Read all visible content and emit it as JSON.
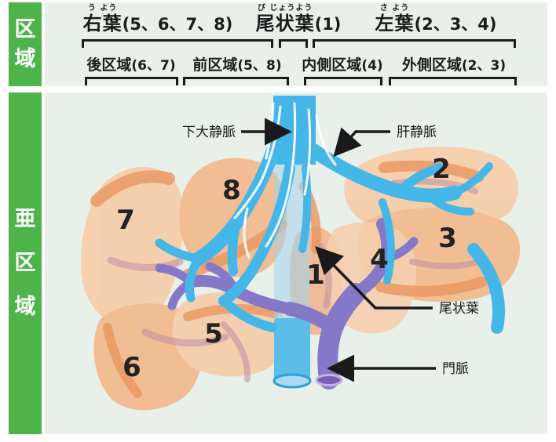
{
  "colors": {
    "accent_green": "#4db34a",
    "panel_bg": "#e9f0e9",
    "vein_blue": "#45b6e8",
    "pale_ivc_blue": "#a3d2ec",
    "portal_purple": "#8678c8",
    "liver_peach_light": "#f6cda9",
    "liver_peach_mid": "#f2b98c",
    "liver_orange_accent": "#ea9660"
  },
  "sidebar": {
    "top_label": "区域",
    "bottom_label": "亜区域"
  },
  "header": {
    "lobes": [
      {
        "furigana": "う よう",
        "kanji": "右葉",
        "nums": "(5、6、7、8)"
      },
      {
        "furigana": "び じょうよう",
        "kanji": "尾状葉",
        "nums": "(1)"
      },
      {
        "furigana": "さ よう",
        "kanji": "左葉",
        "nums": "(2、3、4)"
      }
    ],
    "sections": [
      {
        "kanji": "後区域",
        "nums": "(6、7)"
      },
      {
        "kanji": "前区域",
        "nums": "(5、8)"
      },
      {
        "kanji": "内側区域",
        "nums": "(4)"
      },
      {
        "kanji": "外側区域",
        "nums": "(2、3)"
      }
    ]
  },
  "diagram": {
    "labels": {
      "ivc": "下大静脈",
      "hepatic_vein": "肝静脈",
      "caudate": "尾状葉",
      "portal_vein": "門脈"
    },
    "segments": [
      {
        "num": "1"
      },
      {
        "num": "2"
      },
      {
        "num": "3"
      },
      {
        "num": "4"
      },
      {
        "num": "5"
      },
      {
        "num": "6"
      },
      {
        "num": "7"
      },
      {
        "num": "8"
      }
    ]
  }
}
